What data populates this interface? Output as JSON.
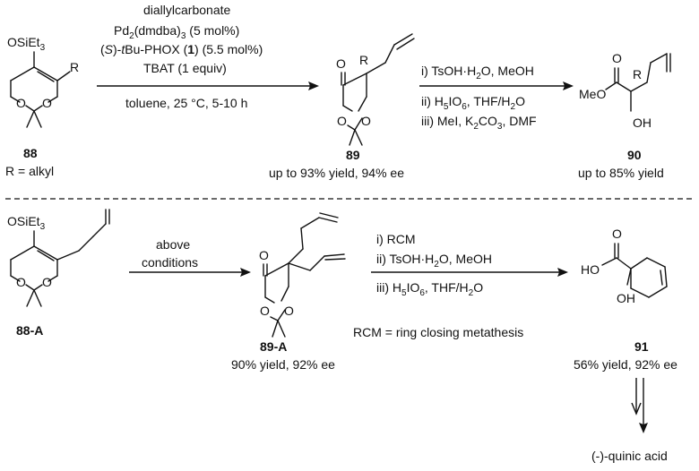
{
  "top": {
    "cond_above": {
      "l1": "diallylcarbonate",
      "l2": "Pd",
      "l2_sub": "2",
      "l2_rest": "(dmdba)",
      "l2_sub2": "3",
      "l2_tail": " (5 mol%)",
      "l3_pre": "(",
      "l3_S": "S",
      "l3_mid": ")-",
      "l3_t": "t",
      "l3_rest": "Bu-PHOX (",
      "l3_num": "1",
      "l3_tail": ") (5.5 mol%)",
      "l4": "TBAT (1 equiv)"
    },
    "cond_below": "toluene, 25 °C, 5-10 h",
    "steps2": {
      "i": "i) TsOH·H",
      "i_sub": "2",
      "i_tail": "O, MeOH",
      "ii": "ii) H",
      "ii_sub1": "5",
      "ii_mid": "IO",
      "ii_sub2": "6",
      "ii_tail": ", THF/H",
      "ii_sub3": "2",
      "ii_end": "O",
      "iii": "iii) MeI, K",
      "iii_sub1": "2",
      "iii_mid": "CO",
      "iii_sub2": "3",
      "iii_tail": ", DMF"
    },
    "c88": {
      "label": "88",
      "note": "R = alkyl"
    },
    "c89": {
      "label": "89",
      "note": "up to 93% yield, 94% ee"
    },
    "c90": {
      "label": "90",
      "note": "up to 85% yield"
    }
  },
  "bottom": {
    "cond_above_1": "above",
    "cond_above_2": "conditions",
    "steps": {
      "i": "i) RCM",
      "ii": "ii) TsOH·H",
      "ii_sub": "2",
      "ii_tail": "O, MeOH",
      "iii": "iii) H",
      "iii_sub1": "5",
      "iii_mid": "IO",
      "iii_sub2": "6",
      "iii_tail": ", THF/H",
      "iii_sub3": "2",
      "iii_end": "O"
    },
    "rcm_def": "RCM = ring closing metathesis",
    "c88A": {
      "label": "88-A"
    },
    "c89A": {
      "label": "89-A",
      "note": "90% yield, 92% ee"
    },
    "c91": {
      "label": "91",
      "note": "56% yield, 92% ee"
    },
    "final": "(-)-quinic acid"
  },
  "atoms": {
    "OSiEt": "OSiEt",
    "sub3": "3",
    "O": "O",
    "R": "R",
    "MeO": "MeO",
    "OH": "OH",
    "HO": "HO"
  }
}
